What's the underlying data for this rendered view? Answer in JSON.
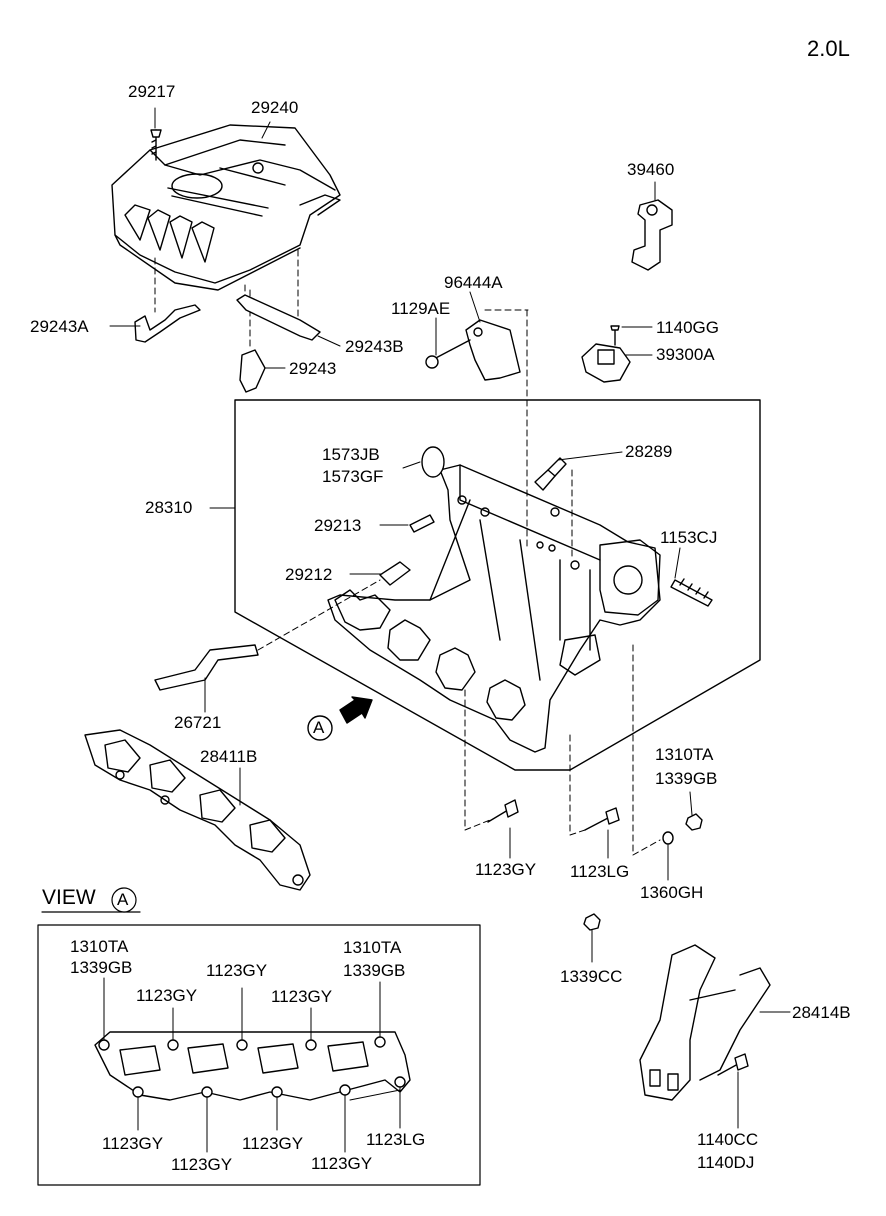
{
  "engine_label": "2.0L",
  "view_title": "VIEW",
  "view_marker": "A",
  "parts": {
    "p29217": "29217",
    "p29240": "29240",
    "p39460": "39460",
    "p96444A": "96444A",
    "p1129AE": "1129AE",
    "p1140GG": "1140GG",
    "p39300A": "39300A",
    "p29243A": "29243A",
    "p29243B": "29243B",
    "p29243": "29243",
    "p1573JB": "1573JB",
    "p1573GF": "1573GF",
    "p28289": "28289",
    "p28310": "28310",
    "p29213": "29213",
    "p1153CJ": "1153CJ",
    "p29212": "29212",
    "p26721": "26721",
    "p28411B": "28411B",
    "p1310TA": "1310TA",
    "p1339GB": "1339GB",
    "p1123GY": "1123GY",
    "p1123LG": "1123LG",
    "p1360GH": "1360GH",
    "p1339CC": "1339CC",
    "p28414B": "28414B",
    "p1140CC": "1140CC",
    "p1140DJ": "1140DJ"
  },
  "view_labels": {
    "top_left_1": "1310TA",
    "top_left_2": "1339GB",
    "top_right_1": "1310TA",
    "top_right_2": "1339GB",
    "top_a": "1123GY",
    "top_b": "1123GY",
    "top_c": "1123GY",
    "bot_a": "1123GY",
    "bot_b": "1123GY",
    "bot_c": "1123GY",
    "bot_d": "1123GY",
    "bot_lg": "1123LG"
  }
}
